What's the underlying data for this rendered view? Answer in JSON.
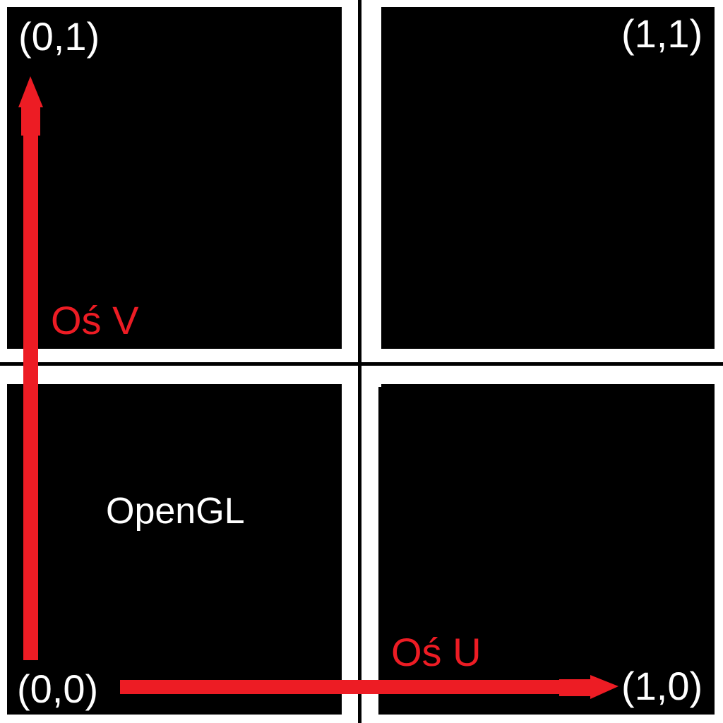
{
  "coords": {
    "top_left": "(0,1)",
    "top_right": "(1,1)",
    "bottom_left": "(0,0)",
    "bottom_right": "(1,0)"
  },
  "axes": {
    "v_label": "Oś V",
    "u_label": "Oś U"
  },
  "title": "OpenGL",
  "colors": {
    "background": "#000000",
    "separator": "#ffffff",
    "arrow": "#ed1c24",
    "text": "#ffffff"
  }
}
